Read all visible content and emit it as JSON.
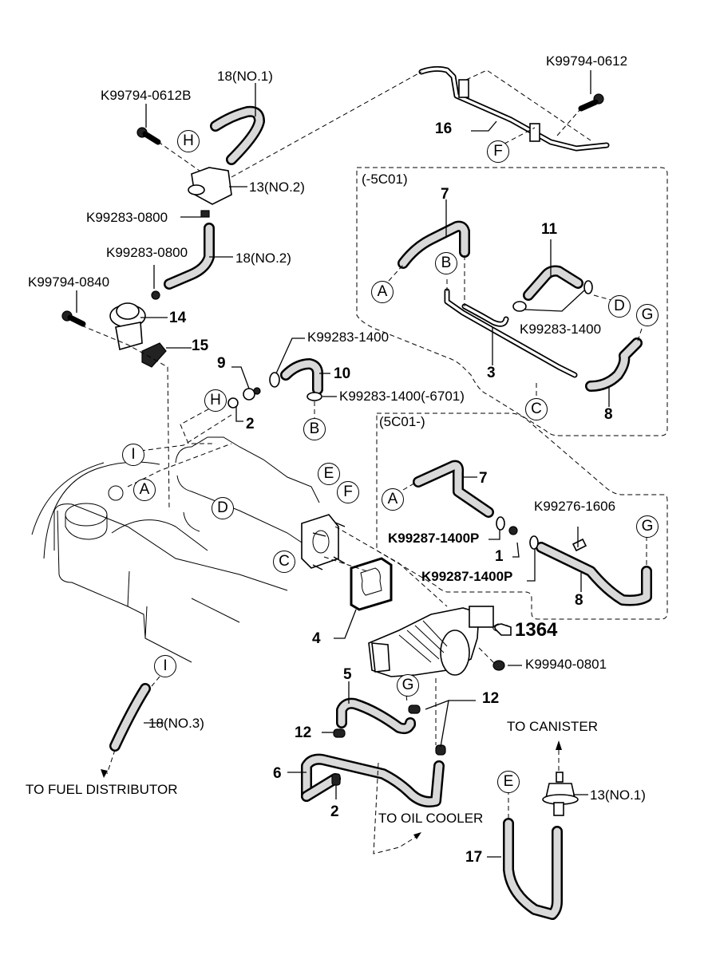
{
  "diagram": {
    "title": "Fuel system / vacuum hose parts diagram",
    "part_labels": {
      "p18_no1": "18(NO.1)",
      "k99794_0612b": "K99794-0612B",
      "p13_no2": "13(NO.2)",
      "k99283_0800_a": "K99283-0800",
      "k99283_0800_b": "K99283-0800",
      "p18_no2": "18(NO.2)",
      "k99794_0840": "K99794-0840",
      "p14": "14",
      "p15": "15",
      "k99794_0612": "K99794-0612",
      "p16": "16",
      "p9": "9",
      "k99283_1400_a": "K99283-1400",
      "p10": "10",
      "k99283_1400_6701": "K99283-1400(-6701)",
      "p2_a": "2",
      "p7_a": "7",
      "p11": "11",
      "k99283_1400_b": "K99283-1400",
      "p3": "3",
      "p8_a": "8",
      "p7_b": "7",
      "k99276_1606": "K99276-1606",
      "k99287_1400p_a": "K99287-1400P",
      "p1": "1",
      "k99287_1400p_b": "K99287-1400P",
      "p8_b": "8",
      "p4": "4",
      "p1364": "1364",
      "k99940_0801": "K99940-0801",
      "p5": "5",
      "p12_a": "12",
      "p12_b": "12",
      "p18_no3": "18(NO.3)",
      "p6": "6",
      "p2_b": "2",
      "p13_no1": "13(NO.1)",
      "p17": "17"
    },
    "group_labels": {
      "before_5c01": "(-5C01)",
      "after_5c01": "(5C01-)"
    },
    "destination_labels": {
      "fuel_distributor": "TO FUEL DISTRIBUTOR",
      "oil_cooler": "TO OIL COOLER",
      "canister": "TO CANISTER"
    },
    "connection_markers": {
      "H1": "H",
      "F1": "F",
      "A1": "A",
      "B1": "B",
      "D1": "D",
      "G1": "G",
      "C1": "C",
      "B2": "B",
      "H2": "H",
      "I1": "I",
      "A2": "A",
      "E1": "E",
      "F2": "F",
      "D2": "D",
      "C2": "C",
      "A3": "A",
      "G2": "G",
      "I2": "I",
      "G3": "G",
      "E2": "E"
    }
  }
}
